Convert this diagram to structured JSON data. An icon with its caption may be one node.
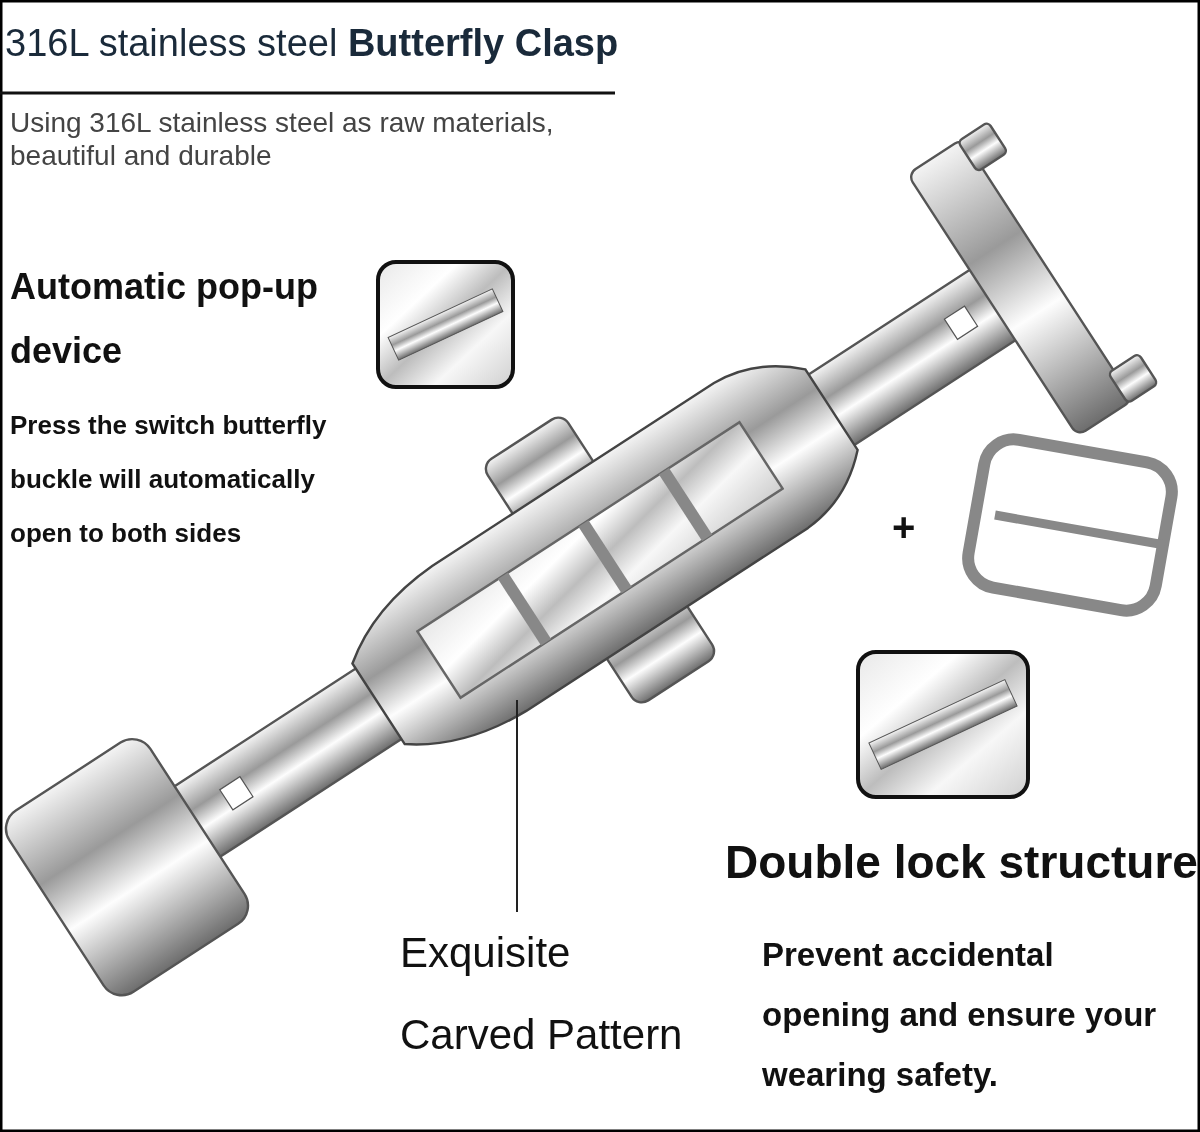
{
  "diagram": {
    "title": "316L stainless steel **Butterfly Clasp**",
    "nodes": [
      {
        "text": [
          "Exquisite Carved Pattern"
        ]
      },
      {
        "text": [],
        "shape": "picture"
      }
    ],
    "edges": [
      {
        "from": 0,
        "to": 1,
        "arrow": "none"
      }
    ],
    "labels": [
      "Using 316L stainless steel as raw materials, beautiful and durable",
      "Automatic pop-up device",
      "Press the switch butterfly buckle will automatically open to both sides",
      "+",
      "Double lock structure",
      "Prevent accidental opening and ensure your wearing safety."
    ]
  }
}
